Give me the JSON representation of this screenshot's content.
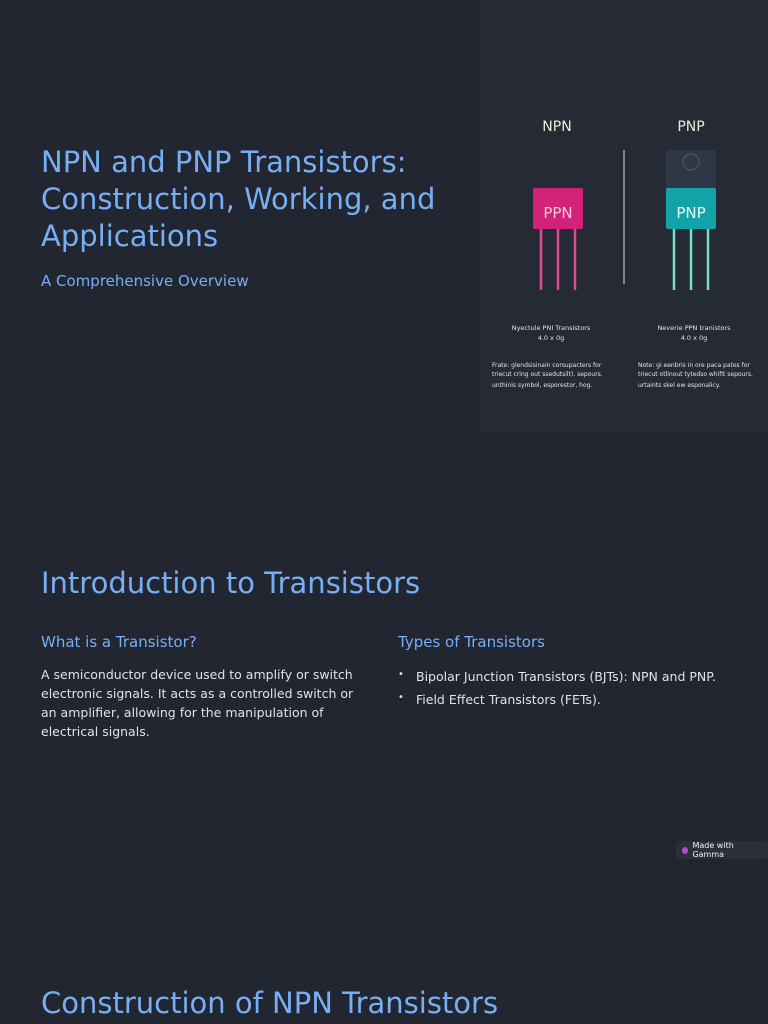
{
  "hero": {
    "title": "NPN and PNP Transistors: Construction, Working, and Applications",
    "subtitle": "A Comprehensive Overview"
  },
  "illustration": {
    "left_header": "NPN",
    "right_header": "PNP",
    "left_chip": "PPN",
    "right_chip": "PNP",
    "left_caption_1": "Nyectule PNI Transistors",
    "left_caption_2": "4.0 x 0g",
    "right_caption_1": "Neverie PPN tranistors",
    "right_caption_2": "4.0 x 0g",
    "left_note_1": "Frate: glendsisinain corsupacters for",
    "left_note_2": "triecut cring out ssedutsilt). sepours.",
    "left_note_3": "unthinis symbol, esporestor, hog.",
    "right_note_1": "Note: gi eenbris in ore paca pates for",
    "right_note_2": "triecut otlinout tytedso whifit sepours.",
    "right_note_3": "urtaints skel ew esponalicy.",
    "colors": {
      "left_chip": "#d3227a",
      "right_chip": "#12a3a8",
      "left_leads": "#e04a92",
      "right_leads": "#6ee0c6"
    }
  },
  "intro": {
    "title": "Introduction to Transistors",
    "what_heading": "What is a Transistor?",
    "what_body": "A semiconductor device used to amplify or switch electronic signals. It acts as a controlled switch or an amplifier, allowing for the manipulation of electrical signals.",
    "types_heading": "Types of Transistors",
    "types": [
      "Bipolar Junction Transistors (BJTs): NPN and PNP.",
      "Field Effect Transistors (FETs)."
    ]
  },
  "badge": {
    "label": "Made with Gamma"
  },
  "next_section": {
    "title": "Construction of NPN Transistors"
  }
}
